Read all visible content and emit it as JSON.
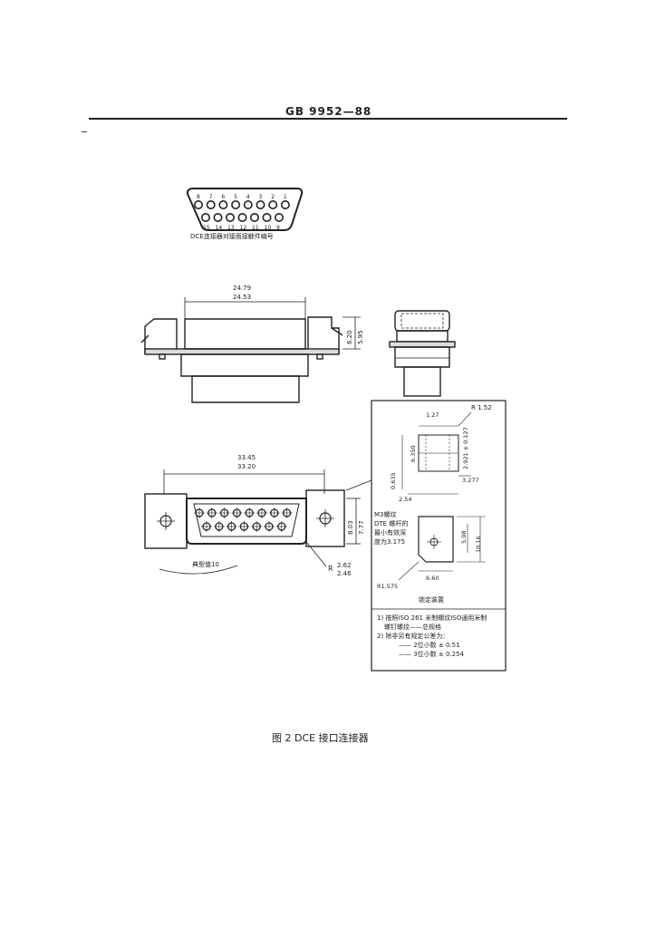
{
  "header": {
    "standard": "GB 9952—88"
  },
  "pin_view": {
    "top_row": [
      "8",
      "7",
      "6",
      "5",
      "4",
      "3",
      "2",
      "1"
    ],
    "bottom_row": [
      "15",
      "14",
      "13",
      "12",
      "11",
      "10",
      "9"
    ],
    "label": "DCE连接器对接面接触件编号"
  },
  "front_view": {
    "width_max": "24.79",
    "width_min": "24.53",
    "height_max": "6.20",
    "height_min": "5.95"
  },
  "bottom_view": {
    "span_max": "33.45",
    "span_min": "33.20",
    "radius_prefix": "R",
    "radius_max": "2.62",
    "radius_min": "2.46",
    "height_max": "8.03",
    "height_min": "7.77",
    "typical": "典型值10"
  },
  "detail": {
    "r_top": "R 1.52",
    "d_127": "1.27",
    "d_6350": "6.350",
    "d_2921": "2.921 ± 0.127",
    "d_0635": "0.635",
    "d_3277": "3.277",
    "d_254": "2.54",
    "d_508": "5.08",
    "d_1016": "10.16",
    "d_660": "6.60",
    "r_bottom": "R1.575",
    "m3_label_1": "M3螺纹",
    "m3_label_2": "DTE 螺杆的",
    "m3_label_3": "最小有效深",
    "m3_label_4": "度为3.175",
    "fixing_label": "锁定装置",
    "notes": [
      "1) 按照ISO 261 米制螺纹ISO通用米制",
      "螺钉螺纹——总规格",
      "2) 除非另有规定公差为：",
      "—— 2位小数 ± 0.51",
      "—— 3位小数 ± 0.254"
    ]
  },
  "caption": "图 2   DCE 接口连接器"
}
